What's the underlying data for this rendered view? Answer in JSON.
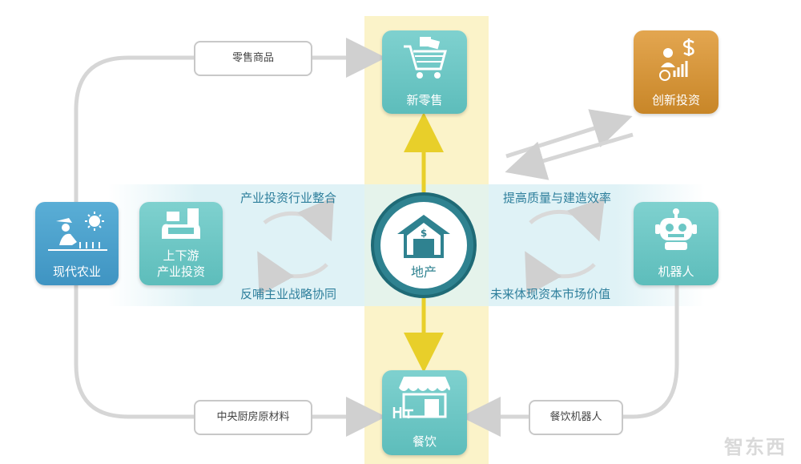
{
  "nodes": {
    "new_retail": "新零售",
    "innovation_investment": "创新投资",
    "modern_agriculture": "现代农业",
    "upstream_line1": "上下游",
    "upstream_line2": "产业投资",
    "robots": "机器人",
    "dining": "餐饮",
    "real_estate": "地产"
  },
  "pills": {
    "retail_goods": "零售商品",
    "central_kitchen": "中央厨房原材料",
    "dining_robots": "餐饮机器人"
  },
  "captions": {
    "left_top": "产业投资行业整合",
    "left_bottom": "反哺主业战略协同",
    "right_top": "提高质量与建造效率",
    "right_bottom": "未来体现资本市场价值"
  },
  "watermark": "智东西",
  "colors": {
    "teal": "#6cc7c5",
    "blue": "#4aa3cf",
    "gold": "#d4962f",
    "center": "#2f8290",
    "arrow_yellow": "#e8cf2a",
    "caption": "#2e7f9c"
  }
}
